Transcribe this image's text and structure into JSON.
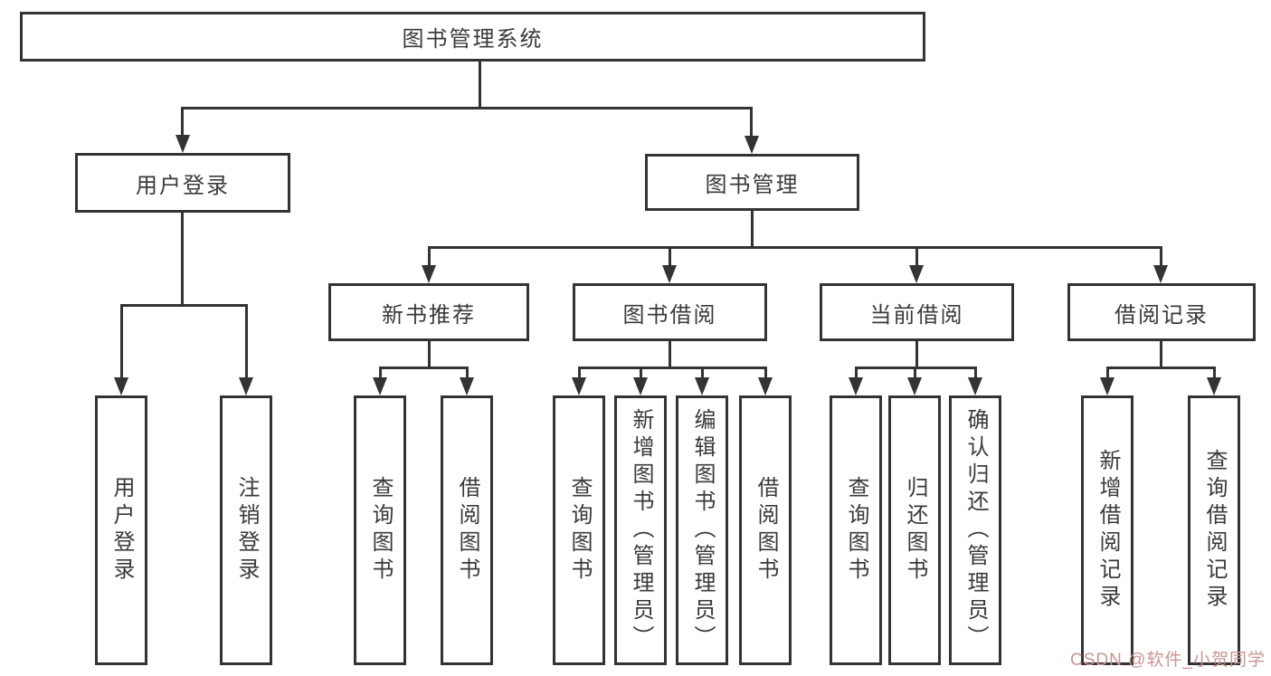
{
  "colors": {
    "line": "#333333",
    "box_border": "#333333",
    "text": "#3a3a3a",
    "background": "#ffffff",
    "watermark": "#c99595"
  },
  "tree": {
    "label": "图书管理系统",
    "children": [
      {
        "label": "用户登录",
        "children": [
          {
            "label": "用户登录"
          },
          {
            "label": "注销登录"
          }
        ]
      },
      {
        "label": "图书管理",
        "children": [
          {
            "label": "新书推荐",
            "children": [
              {
                "label": "查询图书"
              },
              {
                "label": "借阅图书"
              }
            ]
          },
          {
            "label": "图书借阅",
            "children": [
              {
                "label": "查询图书"
              },
              {
                "label": "新增图书（管理员）"
              },
              {
                "label": "编辑图书（管理员）"
              },
              {
                "label": "借阅图书"
              }
            ]
          },
          {
            "label": "当前借阅",
            "children": [
              {
                "label": "查询图书"
              },
              {
                "label": "归还图书"
              },
              {
                "label": "确认归还（管理员）"
              }
            ]
          },
          {
            "label": "借阅记录",
            "children": [
              {
                "label": "新增借阅记录"
              },
              {
                "label": "查询借阅记录"
              }
            ]
          }
        ]
      }
    ]
  },
  "watermark": {
    "text": "CSDN @软件_小贺同学"
  }
}
